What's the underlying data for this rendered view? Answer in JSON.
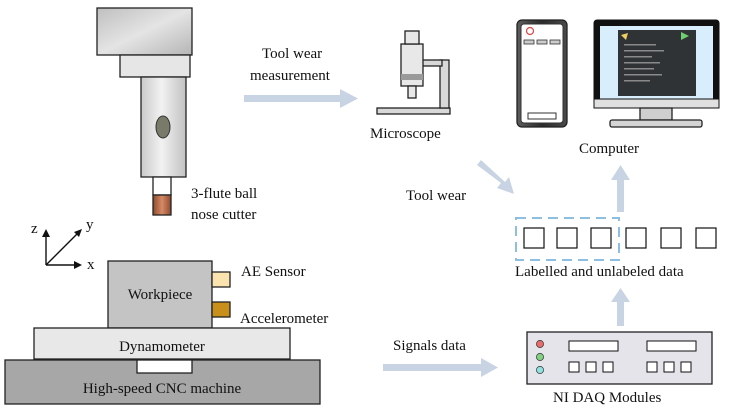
{
  "labels": {
    "tool_wear_measurement_line1": "Tool wear",
    "tool_wear_measurement_line2": "measurement",
    "microscope": "Microscope",
    "computer": "Computer",
    "cutter_line1": "3-flute ball",
    "cutter_line2": "nose cutter",
    "tool_wear": "Tool wear",
    "axis_z": "z",
    "axis_y": "y",
    "axis_x": "x",
    "ae_sensor": "AE Sensor",
    "workpiece": "Workpiece",
    "accelerometer": "Accelerometer",
    "labelled_data": "Labelled and unlabeled data",
    "dynamometer": "Dynamometer",
    "signals_data": "Signals data",
    "cnc_machine": "High-speed CNC machine",
    "ni_daq": "NI DAQ Modules"
  },
  "colors": {
    "arrow": "#c8d4e3",
    "spindle_gray": "#d3d3d3",
    "workpiece_gray": "#c4c4c4",
    "base_gray": "#a7a7a7",
    "ae_sensor": "#fbe3b0",
    "accelerometer": "#c8901a",
    "cutter_tip": "#c57a55",
    "dash_box": "#8dbfe0",
    "monitor_screen": "#d9eefc",
    "screen_window": "#2f3335",
    "screen_play": "#6fcf6f",
    "led_red": "#e86c6c",
    "led_green": "#7fd27f",
    "led_cyan": "#8fe0e0"
  },
  "data_boxes": {
    "count": 6,
    "highlighted_count": 3
  },
  "computer_screen_icons": [
    "app-logo-icon",
    "play-icon"
  ],
  "daq_panel_icons": [
    "status-led-icon",
    "status-led-icon",
    "status-led-icon"
  ]
}
